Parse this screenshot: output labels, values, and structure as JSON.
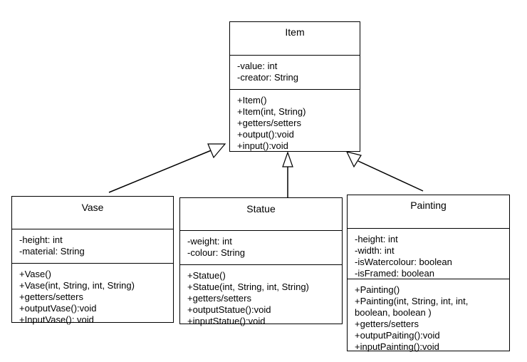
{
  "classes": {
    "item": {
      "name": "Item",
      "attributes": [
        "-value: int",
        "-creator: String"
      ],
      "operations": [
        "+Item()",
        "+Item(int, String)",
        "+getters/setters",
        "+output():void",
        "+input():void"
      ]
    },
    "vase": {
      "name": "Vase",
      "attributes": [
        "-height: int",
        "-material: String"
      ],
      "operations": [
        "+Vase()",
        "+Vase(int, String, int, String)",
        "+getters/setters",
        "+outputVase():void",
        "+InputVase(): void"
      ]
    },
    "statue": {
      "name": "Statue",
      "attributes": [
        "-weight: int",
        "-colour: String"
      ],
      "operations": [
        "+Statue()",
        "+Statue(int, String, int, String)",
        "+getters/setters",
        "+outputStatue():void",
        "+inputStatue():void"
      ]
    },
    "painting": {
      "name": "Painting",
      "attributes": [
        "-height: int",
        "-width: int",
        "-isWatercolour: boolean",
        "-isFramed: boolean"
      ],
      "operations": [
        "+Painting()",
        "+Painting(int, String, int, int,",
        "boolean, boolean )",
        "+getters/setters",
        "+outputPaiting():void",
        "+inputPainting():void"
      ]
    }
  },
  "relationships": [
    {
      "type": "generalization",
      "from": "Vase",
      "to": "Item"
    },
    {
      "type": "generalization",
      "from": "Statue",
      "to": "Item"
    },
    {
      "type": "generalization",
      "from": "Painting",
      "to": "Item"
    }
  ]
}
